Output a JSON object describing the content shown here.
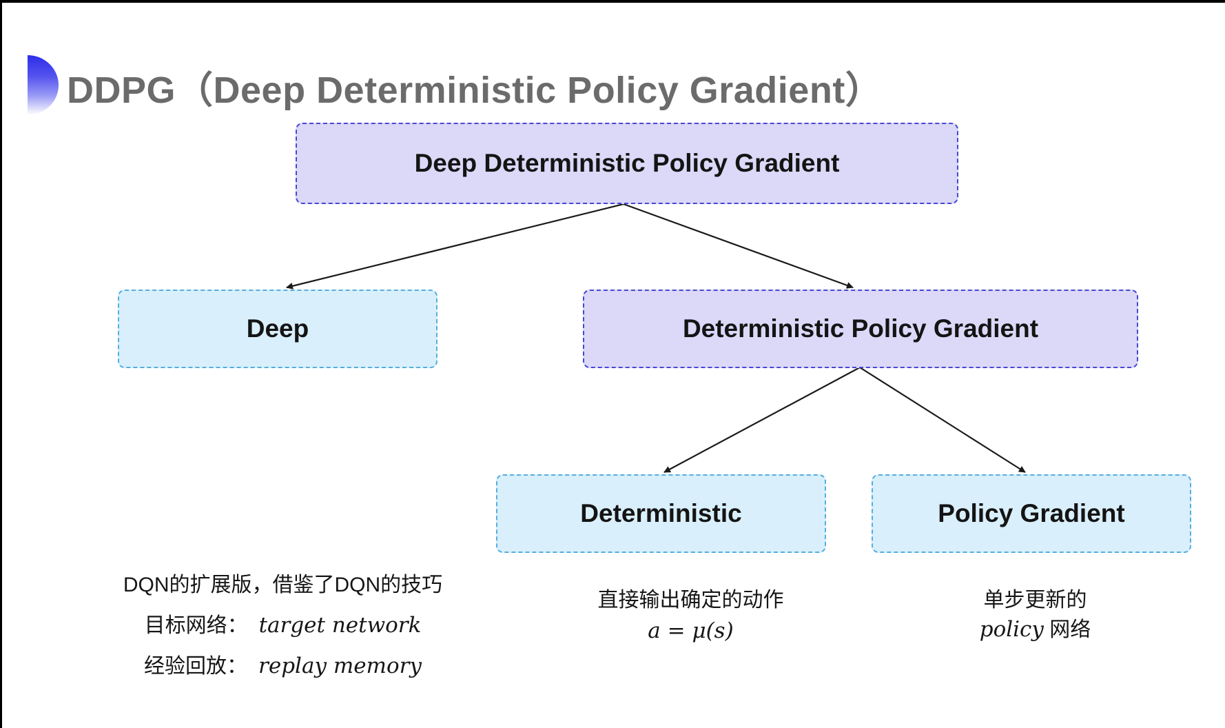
{
  "title": {
    "text": "DDPG（Deep Deterministic Policy Gradient）"
  },
  "colors": {
    "title_text": "#6b6b6b",
    "bullet_gradient_top": "#2e2ee9",
    "bullet_gradient_bottom": "#ffffff",
    "lavender_fill": "#dbd8f8",
    "lavender_border": "#4747d1",
    "cyan_fill": "#d9effb",
    "cyan_border": "#54aede",
    "arrow": "#1a1a1a",
    "window_edge": "#000000"
  },
  "tree": {
    "nodes": {
      "root": {
        "label": "Deep Deterministic Policy Gradient",
        "style": "lavender"
      },
      "deep": {
        "label": "Deep",
        "style": "cyan"
      },
      "dpg": {
        "label": "Deterministic Policy Gradient",
        "style": "lavender"
      },
      "deterministic": {
        "label": "Deterministic",
        "style": "cyan"
      },
      "policy_gradient": {
        "label": "Policy Gradient",
        "style": "cyan"
      }
    },
    "edges": [
      {
        "from": "root",
        "to": "deep"
      },
      {
        "from": "root",
        "to": "dpg"
      },
      {
        "from": "dpg",
        "to": "deterministic"
      },
      {
        "from": "dpg",
        "to": "policy_gradient"
      }
    ]
  },
  "notes": {
    "deep": {
      "line1": "DQN的扩展版，借鉴了DQN的技巧",
      "line2_label": "目标网络：",
      "line2_value": "target network",
      "line3_label": "经验回放：",
      "line3_value": "replay memory"
    },
    "deterministic": {
      "line1": "直接输出确定的动作",
      "line2": "a = μ(s)"
    },
    "policy_gradient": {
      "line1": "单步更新的",
      "line2_italic": "policy",
      "line2_rest": " 网络"
    }
  }
}
